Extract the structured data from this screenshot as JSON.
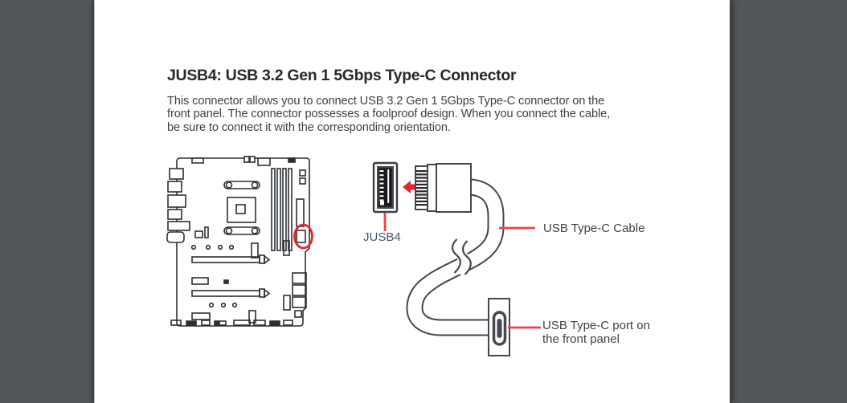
{
  "viewer": {
    "background": "#53575b",
    "page_background": "#ffffff"
  },
  "document": {
    "heading": "JUSB4: USB 3.2 Gen 1 5Gbps Type-C Connector",
    "paragraph_lines": [
      "This connector allows you to connect USB 3.2 Gen 1 5Gbps Type-C connector on the",
      "front panel. The connector possesses a foolproof design. When you connect the cable,",
      "be sure to connect it with the corresponding orientation."
    ]
  },
  "figure": {
    "connector_label": "JUSB4",
    "cable_label": "USB Type-C Cable",
    "port_label_lines": [
      "USB Type-C port on",
      "the front panel"
    ],
    "colors": {
      "accent_red": "#e8232e",
      "leader_red": "#ee4248",
      "board_line_dark": "#2c3034",
      "cable_gray": "#43474d",
      "connector_label_blue_gray": "#46566b",
      "text_dark": "#3d4249"
    }
  }
}
